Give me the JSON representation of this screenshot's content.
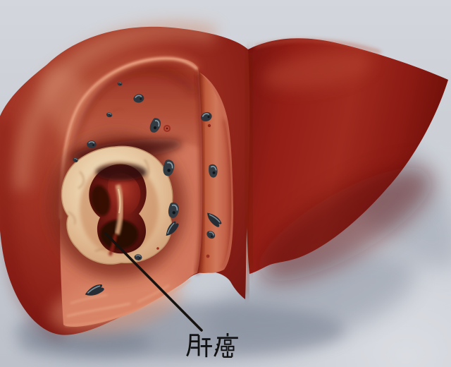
{
  "scene": {
    "type": "medical-illustration",
    "subject": "liver with wedge cross-section revealing a cancerous tumor",
    "background_color": "#c9cdd4"
  },
  "annotation": {
    "label": "肝癌",
    "label_color": "#121212",
    "pointer_line_color": "#15120f"
  },
  "illustration": {
    "liver_surface_color": "#9c2318",
    "liver_highlight_color": "#b5573e",
    "cut_surface_color": "#d0745b",
    "cut_fold_shadow_color": "#8a2817",
    "tumor_mass_color": "#ead0ab",
    "tumor_cavity_color": "#641510",
    "tumor_cavity_red_color": "#93271c",
    "vessel_speck_color": "#2e353c",
    "vessel_speck_highlight_color": "#95a6b0",
    "ground_shadow_color": "#747c8c"
  }
}
